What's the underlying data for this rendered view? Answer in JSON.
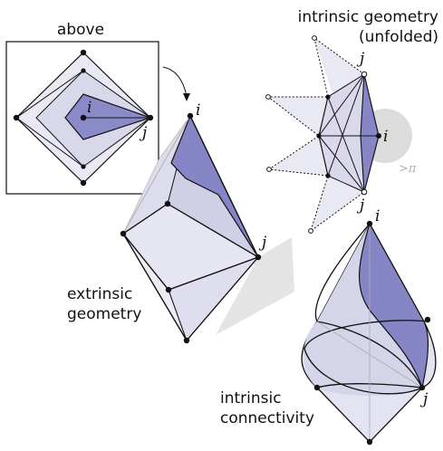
{
  "panels": {
    "above": {
      "title": "above",
      "vertex_i": "i",
      "vertex_j": "j"
    },
    "extrinsic": {
      "label_line1": "extrinsic",
      "label_line2": "geometry",
      "vertex_i": "i",
      "vertex_j": "j"
    },
    "unfolded": {
      "title_line1": "intrinsic geometry",
      "title_line2": "(unfolded)",
      "vertex_i": "i",
      "vertex_j_top": "j",
      "vertex_j_bottom": "j",
      "angle_note": ">π"
    },
    "connectivity": {
      "label_line1": "intrinsic",
      "label_line2": "connectivity",
      "vertex_i": "i",
      "vertex_j": "j"
    }
  },
  "colors": {
    "highlight": "#8585c8",
    "light_fill": "#e7e7f3",
    "mid_fill": "#cfcfe6",
    "shadow": "#d9d9d9"
  }
}
